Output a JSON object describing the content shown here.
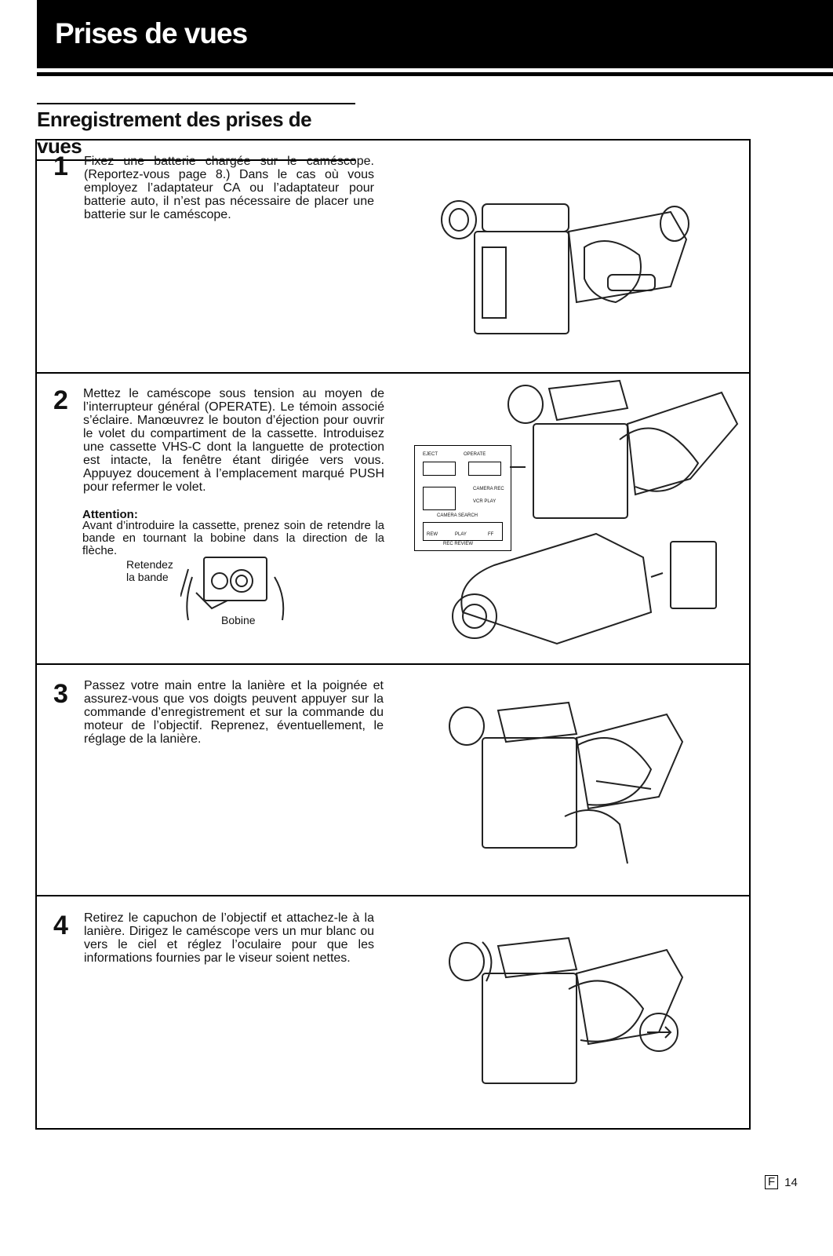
{
  "header": {
    "title": "Prises de vues"
  },
  "section": {
    "title": "Enregistrement des prises de vues"
  },
  "steps": [
    {
      "num": "1",
      "text": "Fixez une batterie chargée sur le caméscope. (Reportez-vous page 8.) Dans le cas où vous employez l’adaptateur CA ou l’adaptateur pour batterie auto, il n’est pas nécessaire de placer une batterie sur le caméscope."
    },
    {
      "num": "2",
      "text": "Mettez le caméscope sous tension au moyen de l’interrupteur général (OPERATE). Le témoin associé s’éclaire. Manœuvrez le bouton d’éjection pour ouvrir le volet du compartiment de la cassette. Introduisez une cassette VHS-C dont la languette de protection est intacte, la fenêtre étant dirigée vers vous. Appuyez doucement à l’emplacement marqué PUSH pour refermer le volet.",
      "attention_label": "Attention:",
      "attention_text": "Avant d’introduire la cassette, prenez soin de retendre la bande en tournant la bobine dans la direction de la flèche.",
      "fig_label_1": "Retendez la bande",
      "fig_label_2": "Bobine",
      "panel": {
        "eject": "EJECT",
        "operate": "OPERATE",
        "camera_rec": "CAMERA REC",
        "vcr_play": "VCR PLAY",
        "camera_search": "CAMERA SEARCH",
        "rew": "REW",
        "play": "PLAY",
        "ff": "FF",
        "rec_review": "REC REVIEW"
      }
    },
    {
      "num": "3",
      "text": "Passez votre main entre la lanière et la poignée et assurez-vous que vos doigts peuvent appuyer sur la commande d’enregistrement et sur la commande du moteur de l’objectif. Reprenez, éventuellement, le réglage de la lanière."
    },
    {
      "num": "4",
      "text": "Retirez le capuchon de l’objectif et attachez-le à la lanière. Dirigez le caméscope vers un mur blanc ou vers le ciel et réglez l’oculaire pour que les informations fournies par le viseur soient nettes."
    }
  ],
  "footer": {
    "lang": "F",
    "page": "14"
  }
}
